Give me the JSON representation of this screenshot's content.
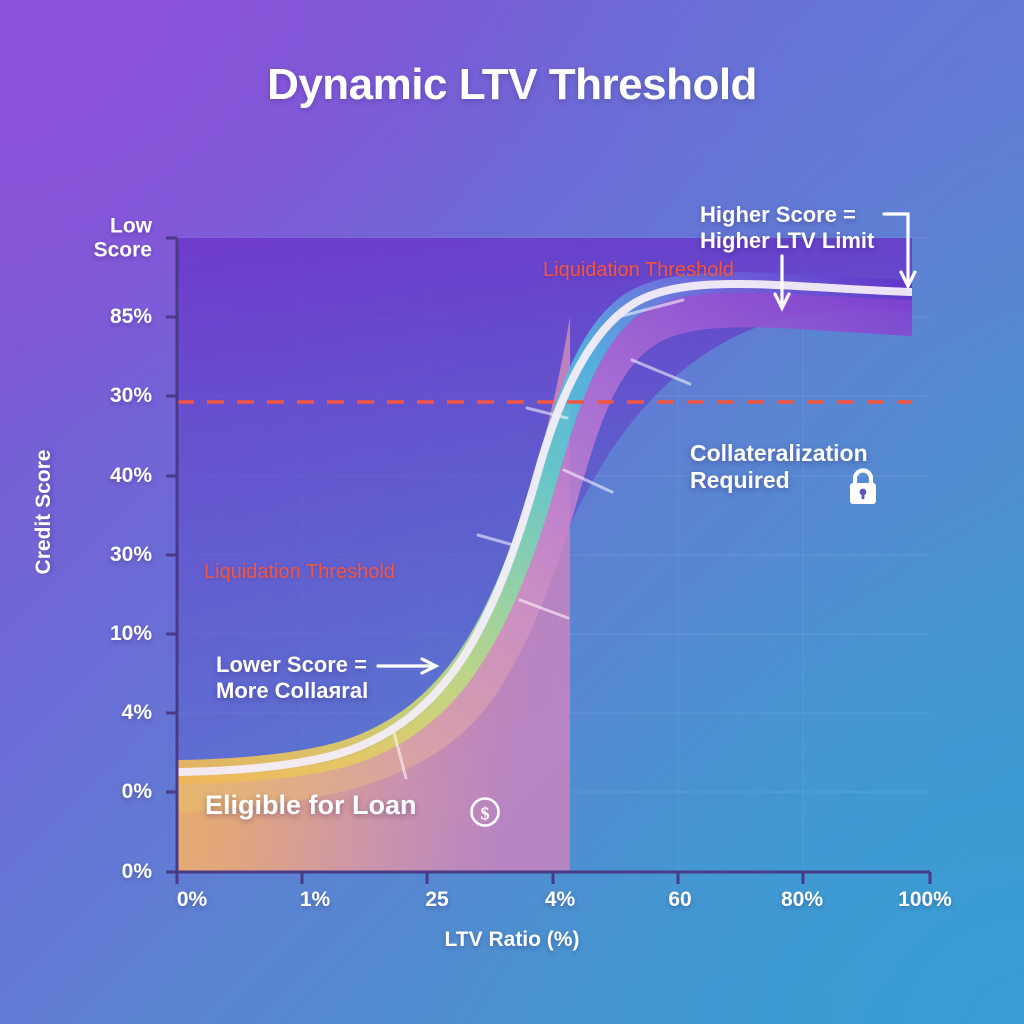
{
  "chart_data": {
    "type": "area",
    "title": "Dynamic LTV Threshold",
    "xlabel": "LTV Ratio (%)",
    "ylabel": "Credit Score",
    "x_tick_labels": [
      "0%",
      "1%",
      "25",
      "4%",
      "60",
      "80%",
      "100%"
    ],
    "x_tick_positions": [
      0,
      16.6,
      33.3,
      50,
      66.6,
      83.3,
      100
    ],
    "y_tick_labels": [
      "Low\nScore",
      "85%",
      "30%",
      "40%",
      "30%",
      "10%",
      "4%",
      "0%",
      "0%"
    ],
    "y_tick_positions": [
      100,
      87.5,
      75,
      62.5,
      50,
      37.5,
      25,
      12.5,
      0
    ],
    "xlim": [
      0,
      100
    ],
    "ylim": [
      0,
      100
    ],
    "grid": true,
    "series": [
      {
        "name": "Dynamic LTV Threshold",
        "type": "sigmoid-curve",
        "x": [
          0,
          5,
          10,
          15,
          20,
          25,
          30,
          35,
          40,
          45,
          50,
          55,
          60,
          65,
          70,
          75,
          80,
          85,
          90,
          95,
          100
        ],
        "y": [
          11.5,
          11.8,
          12.4,
          13.6,
          16.0,
          20.6,
          28.5,
          40.0,
          52.5,
          63.5,
          72.0,
          78.0,
          82.0,
          84.5,
          86.0,
          87.0,
          87.6,
          88.0,
          88.2,
          88.4,
          88.5
        ]
      }
    ],
    "threshold_line": {
      "label": "Liquidation Threshold",
      "value": 75,
      "color": "#f4553f",
      "style": "dashed"
    },
    "annotations": [
      {
        "id": "higher-score",
        "text_lines": [
          "Higher Score =",
          "Higher LTV Limit"
        ],
        "arrow": "down"
      },
      {
        "id": "collateralization",
        "text_lines": [
          "Collateralization",
          "Required"
        ],
        "icon": "lock-icon"
      },
      {
        "id": "lower-score",
        "text_lines": [
          "Lower Score =",
          "More Collaяral"
        ],
        "arrow": "right"
      },
      {
        "id": "eligible",
        "text_lines": [
          "Eligible for Loan"
        ],
        "icon": "dollar-coin-icon"
      },
      {
        "id": "threshold-top",
        "text_lines": [
          "Liquidation Threshold"
        ]
      },
      {
        "id": "threshold-bottom",
        "text_lines": [
          "Liquidation Threshold"
        ]
      }
    ],
    "colors": {
      "background_start": "#8b55d6",
      "background_end": "#3f9ad1",
      "curve_line": "#f2ecf7",
      "threshold": "#f4553f",
      "band_low": "#efb45a",
      "band_mid_green": "#9ed8a8",
      "band_mid_cyan": "#56c2dd",
      "band_high": "#7a3fd1",
      "fill_under_start": "#efb45a",
      "fill_under_end": "#c07fc2",
      "axis_spine": "#4b3c8c"
    }
  },
  "title": {
    "text": "Dynamic LTV Threshold"
  },
  "axes": {
    "x_label": "LTV Ratio (%)",
    "y_label": "Credit Score",
    "x_ticks": [
      "0%",
      "1%",
      "25",
      "4%",
      "60",
      "80%",
      "100%"
    ],
    "y_ticks": [
      "Low Score",
      "85%",
      "30%",
      "40%",
      "30%",
      "10%",
      "4%",
      "0%",
      "0%"
    ],
    "y_ticks_top_line": "Low",
    "y_ticks_top_line2": "Score"
  },
  "annotations": {
    "higher_line1": "Higher Score =",
    "higher_line2": "Higher LTV Limit",
    "collat_line1": "Collateralization",
    "collat_line2": "Required",
    "lower_line1": "Lower Score =",
    "lower_line2": "More Collaяral",
    "eligible": "Eligible for Loan",
    "threshold_top": "Liquidation Threshold",
    "threshold_bottom": "Liquidation Threshold"
  }
}
